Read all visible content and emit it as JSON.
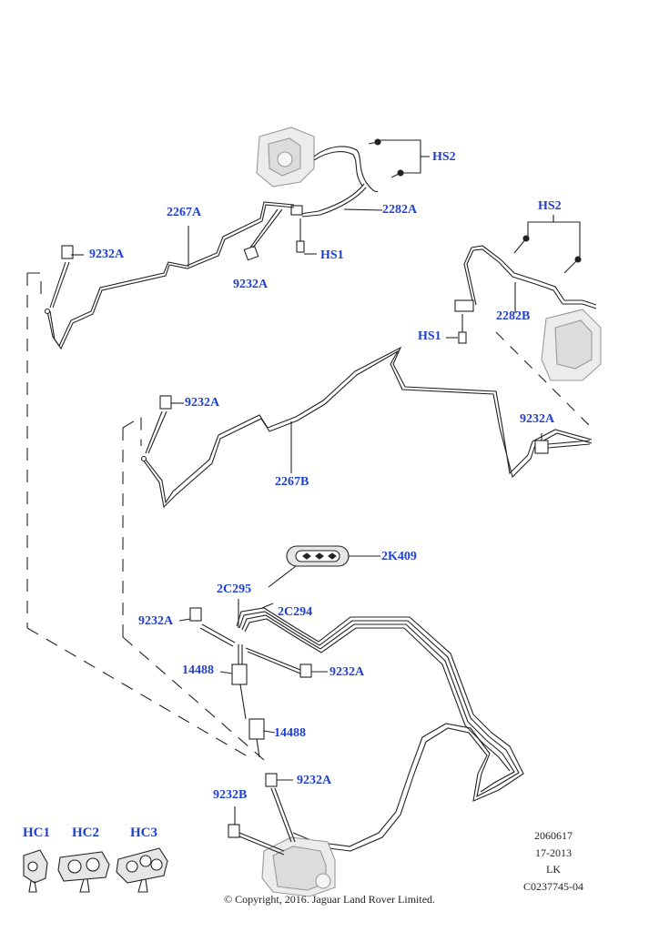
{
  "labels": {
    "hs2_top": "HS2",
    "l_2267a": "2267A",
    "l_2282a": "2282A",
    "hs1_top": "HS1",
    "l_9232a_1": "9232A",
    "l_9232a_2": "9232A",
    "hs2_right": "HS2",
    "l_2282b": "2282B",
    "hs1_right": "HS1",
    "l_9232a_3": "9232A",
    "l_9232a_4": "9232A",
    "l_2267b": "2267B",
    "l_2k409": "2K409",
    "l_2c295": "2C295",
    "l_2c294": "2C294",
    "l_9232a_5": "9232A",
    "l_14488_1": "14488",
    "l_9232a_6": "9232A",
    "l_14488_2": "14488",
    "l_9232a_7": "9232A",
    "l_9232b": "9232B"
  },
  "clips": {
    "hc1": "HC1",
    "hc2": "HC2",
    "hc3": "HC3"
  },
  "reference": {
    "line1": "2060617",
    "line2": "17-2013",
    "line3": "LK",
    "line4": "C0237745-04"
  },
  "copyright": "© Copyright, 2016. Jaguar Land Rover Limited.",
  "colors": {
    "label": "#1f3fd0",
    "line": "#222222",
    "component_fill": "#e8e8e8"
  }
}
